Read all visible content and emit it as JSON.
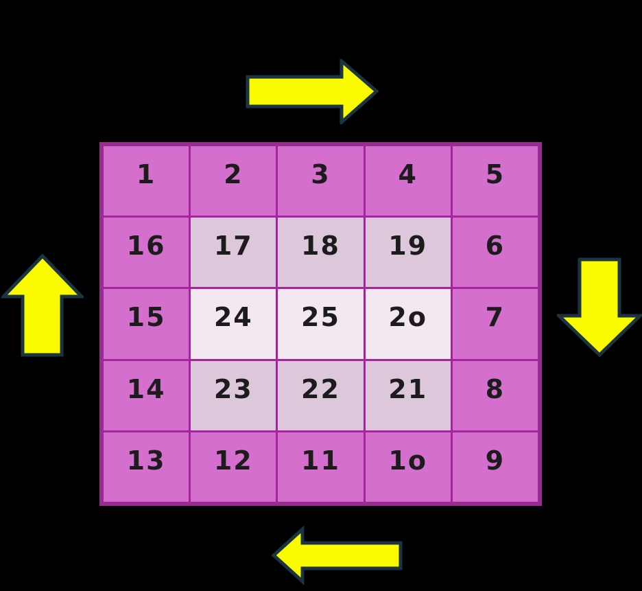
{
  "scene": {
    "description": "Spiral number grid 1 to 25 with yellow clockwise direction arrows on a black background"
  },
  "grid": {
    "rows": [
      [
        "1",
        "2",
        "3",
        "4",
        "5"
      ],
      [
        "16",
        "17",
        "18",
        "19",
        "6"
      ],
      [
        "15",
        "24",
        "25",
        "2o",
        "7"
      ],
      [
        "14",
        "23",
        "22",
        "21",
        "8"
      ],
      [
        "13",
        "12",
        "11",
        "1o",
        "9"
      ]
    ],
    "shade_map": [
      [
        "outer",
        "outer",
        "outer",
        "outer",
        "outer"
      ],
      [
        "outer",
        "mid",
        "mid",
        "mid",
        "outer"
      ],
      [
        "outer",
        "inner",
        "inner",
        "inner",
        "outer"
      ],
      [
        "outer",
        "mid",
        "mid",
        "mid",
        "outer"
      ],
      [
        "outer",
        "outer",
        "outer",
        "outer",
        "outer"
      ]
    ]
  },
  "arrows": {
    "top": {
      "direction": "right"
    },
    "right": {
      "direction": "down"
    },
    "bottom": {
      "direction": "left"
    },
    "left": {
      "direction": "up"
    }
  },
  "colors": {
    "background": "#000000",
    "grid_border": "#9a2b92",
    "grid_line": "#a6229e",
    "cell_outer": "#d56fce",
    "cell_mid": "#dcc8da",
    "cell_inner": "#f3e8f1",
    "number_text": "#1c1c1c",
    "arrow_fill": "#fbfb00",
    "arrow_outline": "#1b3440"
  }
}
